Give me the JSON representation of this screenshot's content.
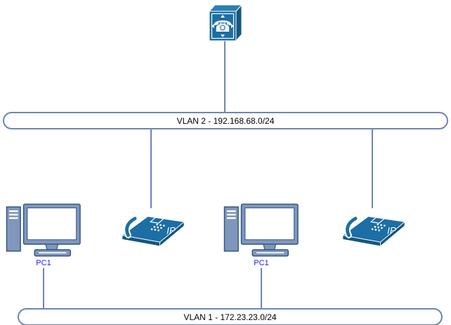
{
  "diagram": {
    "type": "network-topology",
    "buses": {
      "vlan2": {
        "label": "VLAN 2 - 192.168.68.0/24"
      },
      "vlan1": {
        "label": "VLAN 1 - 172.23.23.0/24"
      }
    },
    "devices": {
      "call_manager": {
        "icon": "voice-gateway-cube-icon",
        "glyph": "☎"
      },
      "pc_left": {
        "label": "PC1",
        "icon": "desktop-pc-icon"
      },
      "pc_right": {
        "label": "PC1",
        "icon": "desktop-pc-icon"
      },
      "phone_left": {
        "label": "IP",
        "icon": "ip-phone-icon"
      },
      "phone_right": {
        "label": "IP",
        "icon": "ip-phone-icon"
      }
    },
    "colors": {
      "device_blue": "#1c6ea4",
      "device_blue_dark": "#14577f",
      "device_blue_light": "#2a80b5",
      "connector": "#6f84b8",
      "pc_fill": "#8096bc",
      "pc_stroke": "#30567f",
      "pc_label": "#1a1aff",
      "screen": "#ffffff",
      "bus_fill": "#ffffff",
      "text": "#000000"
    }
  }
}
